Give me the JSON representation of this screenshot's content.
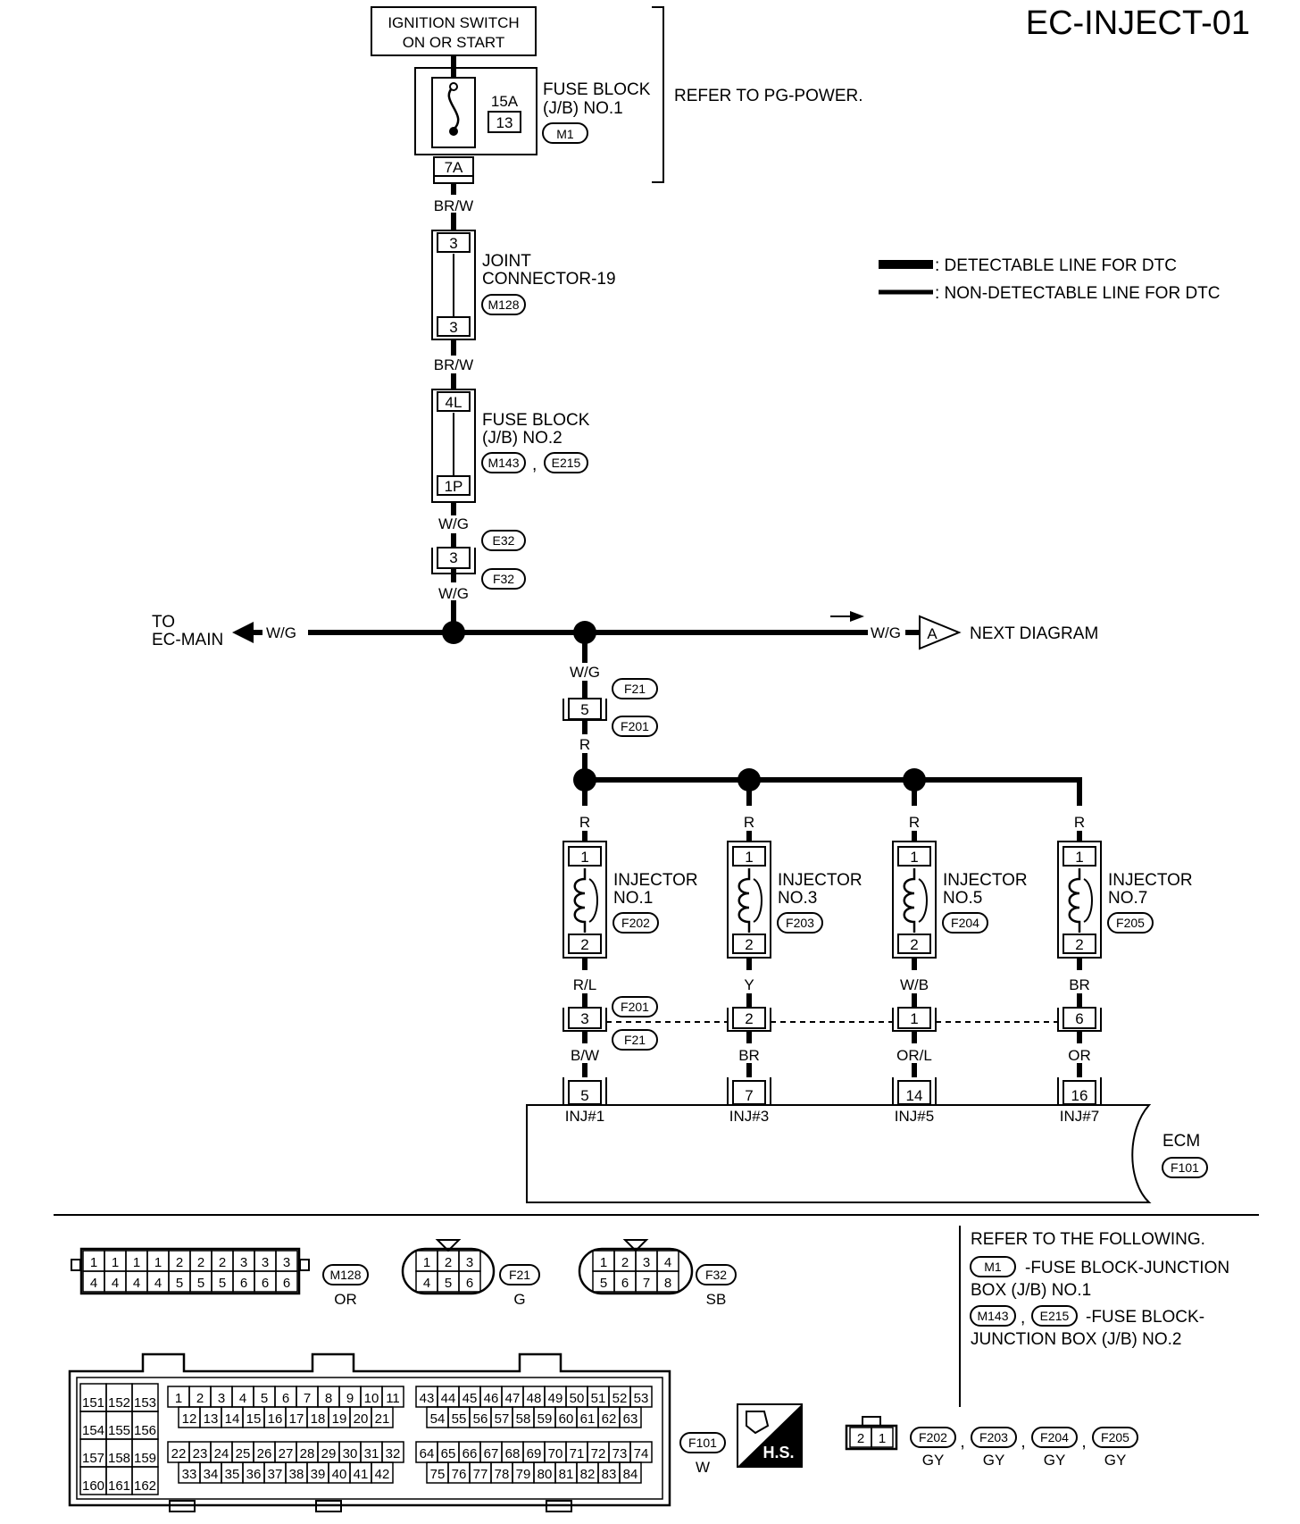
{
  "diagram_title": "EC-INJECT-01",
  "ignition": {
    "line1": "IGNITION SWITCH",
    "line2": "ON OR START"
  },
  "fuse_block_1": {
    "line1": "FUSE BLOCK",
    "line2": "(J/B) NO.1",
    "connector": "M1",
    "amperage": "15A",
    "fuse_no": "13",
    "terminal": "7A",
    "refer": "REFER TO PG-POWER."
  },
  "wire_br_w_1": "BR/W",
  "joint_connector": {
    "line1": "JOINT",
    "line2": "CONNECTOR-19",
    "connector": "M128",
    "terminal_top": "3",
    "terminal_bottom": "3"
  },
  "wire_br_w_2": "BR/W",
  "fuse_block_2": {
    "line1": "FUSE BLOCK",
    "line2": "(J/B) NO.2",
    "connector_a": "M143",
    "connector_b": "E215",
    "terminal_top": "4L",
    "terminal_bottom": "1P",
    "comma": ","
  },
  "wire_w_g_1": "W/G",
  "conn_e32_f32": {
    "upper": "E32",
    "lower": "F32",
    "terminal": "3"
  },
  "wire_w_g_2": "W/G",
  "to_ec_main": {
    "line1": "TO",
    "line2": "EC-MAIN",
    "wire": "W/G"
  },
  "next_diagram": {
    "wire": "W/G",
    "letter": "A",
    "text": "NEXT DIAGRAM"
  },
  "wire_w_g_3": "W/G",
  "conn_f21_f201": {
    "upper": "F21",
    "lower": "F201",
    "terminal": "5"
  },
  "wire_r_main": "R",
  "legend": {
    "detectable": ": DETECTABLE LINE FOR DTC",
    "non_detectable": ": NON-DETECTABLE LINE FOR DTC"
  },
  "injectors": [
    {
      "line1": "INJECTOR",
      "line2": "NO.1",
      "connector": "F202",
      "wire_in": "R",
      "pin1": "1",
      "pin2": "2",
      "wire_out": "R/L",
      "mid_terminal": "3",
      "wire_ecm": "B/W",
      "ecm_terminal": "5",
      "ecm_label": "INJ#1"
    },
    {
      "line1": "INJECTOR",
      "line2": "NO.3",
      "connector": "F203",
      "wire_in": "R",
      "pin1": "1",
      "pin2": "2",
      "wire_out": "Y",
      "mid_terminal": "2",
      "wire_ecm": "BR",
      "ecm_terminal": "7",
      "ecm_label": "INJ#3"
    },
    {
      "line1": "INJECTOR",
      "line2": "NO.5",
      "connector": "F204",
      "wire_in": "R",
      "pin1": "1",
      "pin2": "2",
      "wire_out": "W/B",
      "mid_terminal": "1",
      "wire_ecm": "OR/L",
      "ecm_terminal": "14",
      "ecm_label": "INJ#5"
    },
    {
      "line1": "INJECTOR",
      "line2": "NO.7",
      "connector": "F205",
      "wire_in": "R",
      "pin1": "1",
      "pin2": "2",
      "wire_out": "BR",
      "mid_terminal": "6",
      "wire_ecm": "OR",
      "ecm_terminal": "16",
      "ecm_label": "INJ#7"
    }
  ],
  "mid_connector": {
    "upper": "F201",
    "lower": "F21"
  },
  "ecm": {
    "label": "ECM",
    "connector": "F101"
  },
  "refer_following": {
    "heading": "REFER TO THE FOLLOWING.",
    "m1_tag": "M1",
    "m1_text1": "-FUSE BLOCK-JUNCTION",
    "m1_text2": "BOX (J/B) NO.1",
    "m143_tag": "M143",
    "comma": ",",
    "e215_tag": "E215",
    "m143_text1": "-FUSE BLOCK-",
    "m143_text2": "JUNCTION BOX (J/B) NO.2"
  },
  "conn_m128": {
    "tag": "M128",
    "color": "OR",
    "top": [
      "1",
      "1",
      "1",
      "1",
      "2",
      "2",
      "2",
      "3",
      "3",
      "3"
    ],
    "bottom": [
      "4",
      "4",
      "4",
      "4",
      "5",
      "5",
      "5",
      "6",
      "6",
      "6"
    ]
  },
  "conn_f21": {
    "tag": "F21",
    "color": "G",
    "top": [
      "1",
      "2",
      "3"
    ],
    "bottom": [
      "4",
      "5",
      "6"
    ]
  },
  "conn_f32": {
    "tag": "F32",
    "color": "SB",
    "top": [
      "1",
      "2",
      "3",
      "4"
    ],
    "bottom": [
      "5",
      "6",
      "7",
      "8"
    ]
  },
  "conn_f101": {
    "tag": "F101",
    "color": "W",
    "left_rows": [
      [
        "151",
        "152",
        "153"
      ],
      [
        "154",
        "155",
        "156"
      ],
      [
        "157",
        "158",
        "159"
      ],
      [
        "160",
        "161",
        "162"
      ]
    ],
    "blocks": [
      {
        "rows": [
          [
            "1",
            "2",
            "3",
            "4",
            "5",
            "6",
            "7",
            "8",
            "9",
            "10",
            "11"
          ],
          [
            "12",
            "13",
            "14",
            "15",
            "16",
            "17",
            "18",
            "19",
            "20",
            "21"
          ]
        ]
      },
      {
        "rows": [
          [
            "43",
            "44",
            "45",
            "46",
            "47",
            "48",
            "49",
            "50",
            "51",
            "52",
            "53"
          ],
          [
            "54",
            "55",
            "56",
            "57",
            "58",
            "59",
            "60",
            "61",
            "62",
            "63"
          ]
        ]
      },
      {
        "rows": [
          [
            "22",
            "23",
            "24",
            "25",
            "26",
            "27",
            "28",
            "29",
            "30",
            "31",
            "32"
          ],
          [
            "33",
            "34",
            "35",
            "36",
            "37",
            "38",
            "39",
            "40",
            "41",
            "42"
          ]
        ]
      },
      {
        "rows": [
          [
            "64",
            "65",
            "66",
            "67",
            "68",
            "69",
            "70",
            "71",
            "72",
            "73",
            "74"
          ],
          [
            "75",
            "76",
            "77",
            "78",
            "79",
            "80",
            "81",
            "82",
            "83",
            "84"
          ]
        ]
      }
    ]
  },
  "hs_badge": "H.S.",
  "conn_injector": {
    "pins": [
      "2",
      "1"
    ],
    "tags": [
      "F202",
      "F203",
      "F204",
      "F205"
    ],
    "colors": [
      "GY",
      "GY",
      "GY",
      "GY"
    ],
    "separator": ","
  }
}
